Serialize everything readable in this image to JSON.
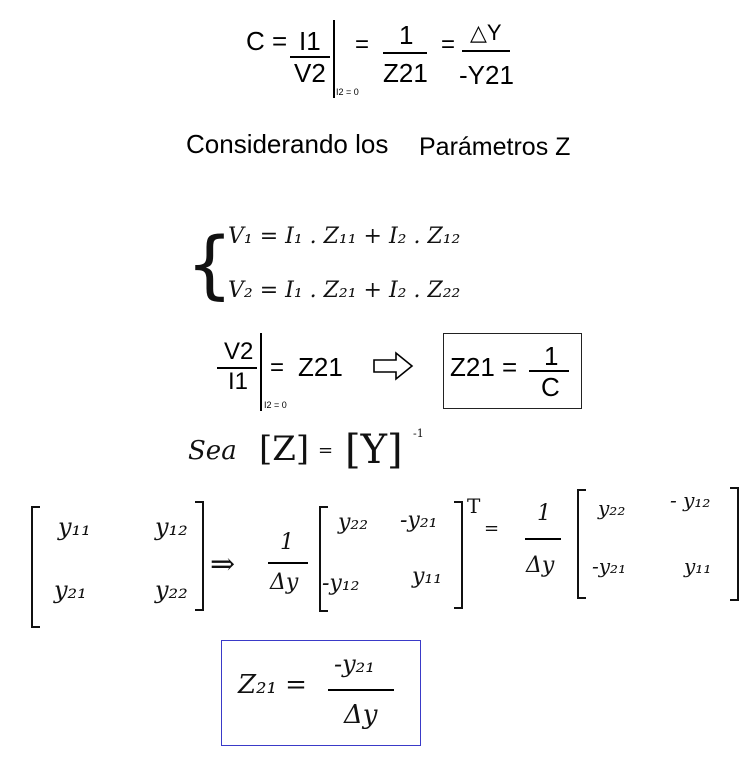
{
  "eq1": {
    "c_eq": "C =",
    "num": "I1",
    "den": "V2",
    "cond": "I2 = 0",
    "eq_a": "=",
    "one": "1",
    "z21": "Z21",
    "eq_b": "=",
    "delta_y": "△Y",
    "neg_y21": "-Y21"
  },
  "heading": {
    "part1": "Considerando los",
    "part2": "Parámetros Z"
  },
  "system": {
    "brace": "{",
    "line1": "V₁ = I₁ . Z₁₁  +  I₂ . Z₁₂",
    "line2": "V₂ = I₁ . Z₂₁  +  I₂ . Z₂₂"
  },
  "eq2": {
    "num": "V2",
    "den": "I1",
    "cond": "I2 = 0",
    "eq": "=",
    "z21": "Z21",
    "arrow": "⇨",
    "box_lhs": "Z21 =",
    "box_num": "1",
    "box_den": "C"
  },
  "sea": {
    "word": "Sea",
    "z_matrix": "[Z]",
    "eq": "=",
    "y_matrix": "[Y]",
    "exp": "-1"
  },
  "matrix_eq": {
    "m1": [
      "y₁₁",
      "y₁₂",
      "y₂₁",
      "y₂₂"
    ],
    "implies": "⇒",
    "frac1_num": "1",
    "frac1_den": "Δy",
    "m2": [
      "y₂₂",
      "-y₂₁",
      "-y₁₂",
      "y₁₁"
    ],
    "transpose": "T",
    "eq": "=",
    "frac2_num": "1",
    "frac2_den": "Δy",
    "m3": [
      "y₂₂",
      "- y₁₂",
      "-y₂₁",
      "y₁₁"
    ]
  },
  "result": {
    "lhs": "Z₂₁ =",
    "num": "-y₂₁",
    "den": "Δy"
  }
}
